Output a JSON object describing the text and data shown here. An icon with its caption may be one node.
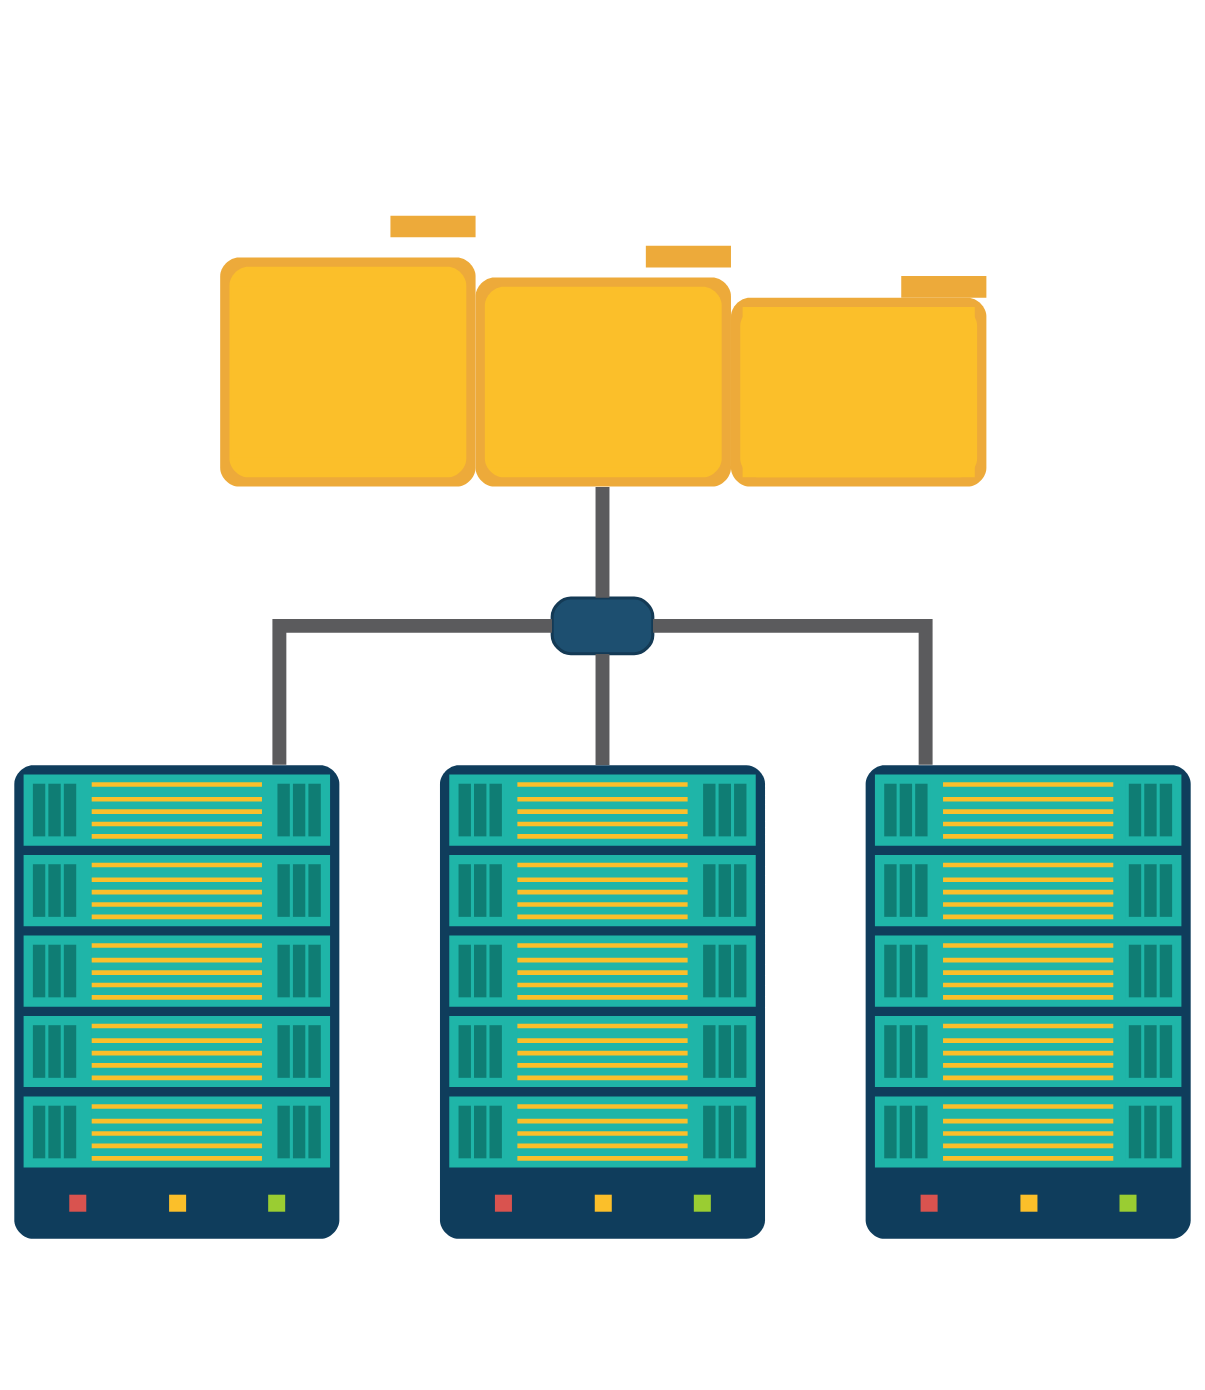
{
  "diagram": {
    "nodes": [
      {
        "text": [],
        "shape": "picture"
      },
      {
        "text": [],
        "shape": "box"
      },
      {
        "text": [],
        "shape": "picture"
      },
      {
        "text": [],
        "shape": "picture"
      },
      {
        "text": [],
        "shape": "picture"
      }
    ],
    "edges": [
      {
        "from": 0,
        "to": 1,
        "arrow": "none"
      },
      {
        "from": 1,
        "to": 2,
        "arrow": "none"
      },
      {
        "from": 1,
        "to": 3,
        "arrow": "none"
      },
      {
        "from": 1,
        "to": 4,
        "arrow": "none"
      }
    ]
  }
}
